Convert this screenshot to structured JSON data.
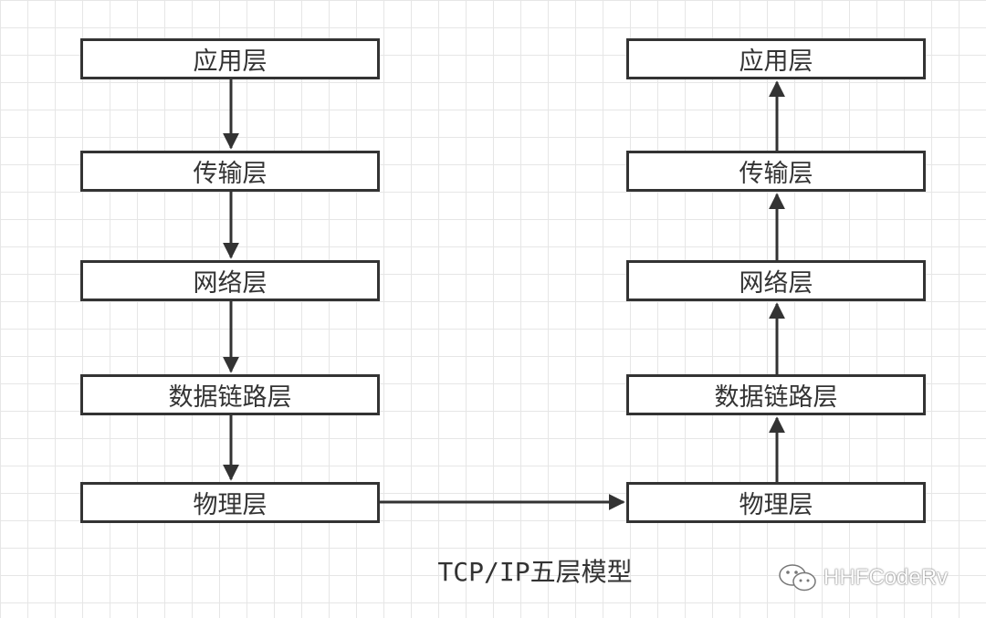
{
  "sender_stack": {
    "layers": [
      {
        "label": "应用层"
      },
      {
        "label": "传输层"
      },
      {
        "label": "网络层"
      },
      {
        "label": "数据链路层"
      },
      {
        "label": "物理层"
      }
    ]
  },
  "receiver_stack": {
    "layers": [
      {
        "label": "应用层"
      },
      {
        "label": "传输层"
      },
      {
        "label": "网络层"
      },
      {
        "label": "数据链路层"
      },
      {
        "label": "物理层"
      }
    ]
  },
  "caption": "TCP/IP五层模型",
  "watermark": {
    "text": "HHFCodeRv",
    "icon": "wechat-icon"
  },
  "colors": {
    "stroke": "#333333",
    "grid": "#e6e6e6",
    "background": "#ffffff"
  }
}
